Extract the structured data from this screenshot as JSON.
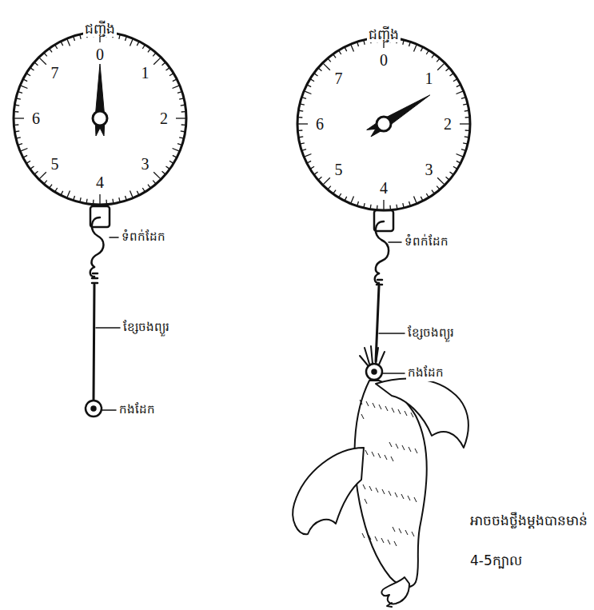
{
  "diagram": {
    "nodes": [
      {
        "text": [
          "ជញ្ជីង",
          "0",
          "1",
          "2",
          "3",
          "4",
          "5",
          "6",
          "7"
        ]
      },
      {
        "text": [
          "ជញ្ជីង",
          "0",
          "1",
          "2",
          "3",
          "4",
          "5",
          "6",
          "7"
        ]
      }
    ],
    "labels": [
      "ទំពក់ដែក",
      "ខ្សែចងព្យួរ",
      "កងដែក",
      "ទំពក់ដែក",
      "ខ្សែចងព្យួរ",
      "កងដែក",
      "អាចចងថ្លឹងម្តងបានមាន់",
      "4-5ក្បាល"
    ]
  }
}
